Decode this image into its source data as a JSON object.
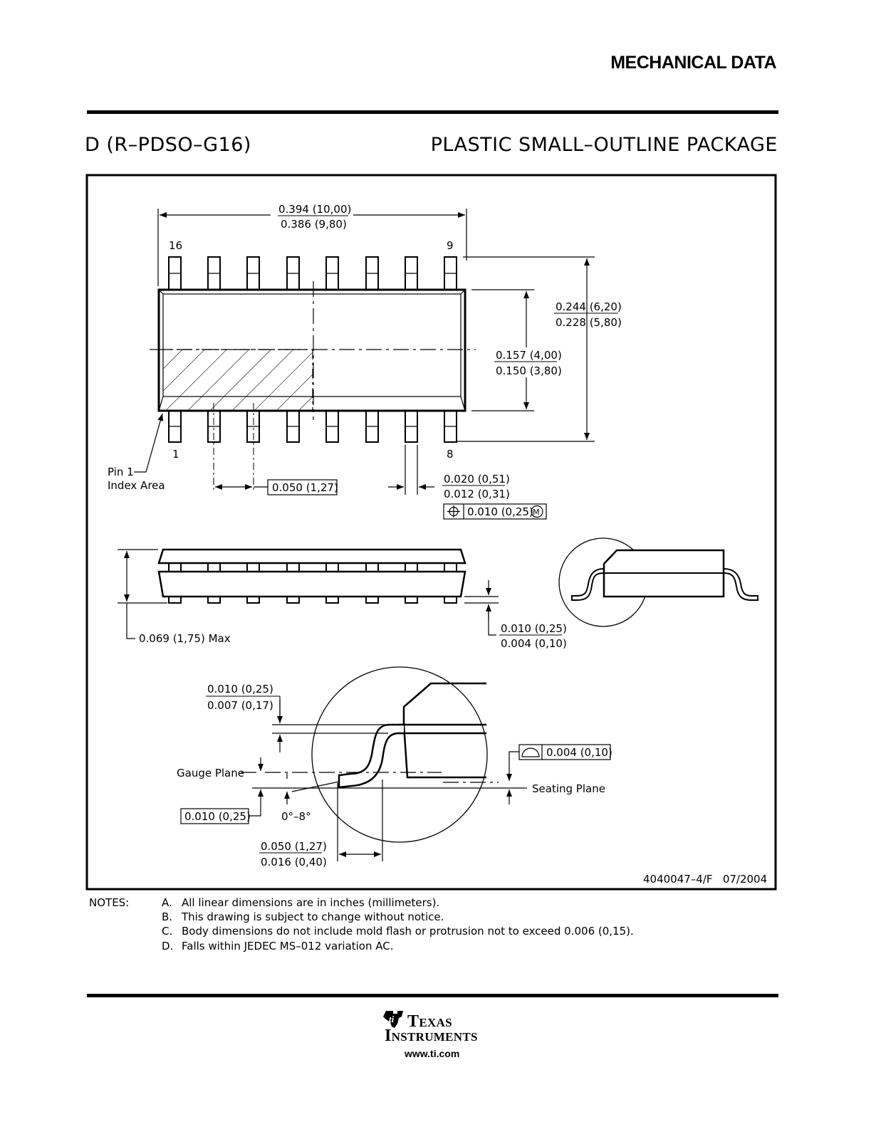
{
  "header": {
    "section_title": "MECHANICAL DATA",
    "package_id": "D (R–PDSO–G16)",
    "package_name": "PLASTIC SMALL–OUTLINE PACKAGE"
  },
  "drawing": {
    "body_length_max": "0.394 (10,00)",
    "body_length_min": "0.386 (9,80)",
    "pin_16": "16",
    "pin_9": "9",
    "pin_1": "1",
    "pin_8": "8",
    "overall_width_max": "0.244 (6,20)",
    "overall_width_min": "0.228 (5,80)",
    "body_width_max": "0.157 (4,00)",
    "body_width_min": "0.150 (3,80)",
    "pin1_label_line1": "Pin 1",
    "pin1_label_line2": "Index Area",
    "pitch": "0.050 (1,27)",
    "lead_width_max": "0.020 (0,51)",
    "lead_width_min": "0.012 (0,31)",
    "position_tolerance": "0.010 (0,25)",
    "position_modifier": "M",
    "height_max": "0.069 (1,75) Max",
    "standoff_max": "0.010 (0,25)",
    "standoff_min": "0.004 (0,10)",
    "lead_thickness_max": "0.010 (0,25)",
    "lead_thickness_min": "0.007 (0,17)",
    "gauge_plane": "Gauge Plane",
    "gauge_dim": "0.010 (0,25)",
    "angle": "0°–8°",
    "coplanarity": "0.004 (0,10)",
    "seating_plane": "Seating Plane",
    "foot_length_max": "0.050 (1,27)",
    "foot_length_min": "0.016 (0,40)",
    "drawing_number": "4040047–4/F   07/2004"
  },
  "notes": {
    "label": "NOTES:",
    "items": [
      {
        "key": "A.",
        "text": "All linear dimensions are in inches (millimeters)."
      },
      {
        "key": "B.",
        "text": "This drawing is subject to change without notice."
      },
      {
        "key": "C.",
        "text": "Body dimensions do not include mold flash or protrusion not to exceed 0.006 (0,15)."
      },
      {
        "key": "D.",
        "text": "Falls within JEDEC MS–012 variation AC."
      }
    ]
  },
  "footer": {
    "logo_icon": "ti-logo-icon",
    "logo_line1": "EXAS",
    "logo_line1_initial": "T",
    "logo_line2": "NSTRUMENTS",
    "logo_line2_initial": "I",
    "url": "www.ti.com"
  }
}
